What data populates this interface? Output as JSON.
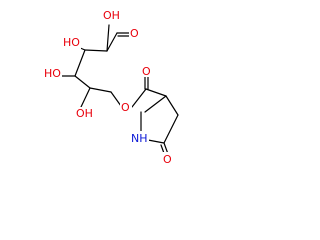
{
  "molecule": {
    "atoms": [
      {
        "id": "O_ald",
        "label": "O",
        "element": "O"
      },
      {
        "id": "OH2",
        "label": "OH",
        "element": "O"
      },
      {
        "id": "OH3",
        "label": "HO",
        "element": "O"
      },
      {
        "id": "OH4",
        "label": "HO",
        "element": "O"
      },
      {
        "id": "OH5",
        "label": "OH",
        "element": "O"
      },
      {
        "id": "O_ester",
        "label": "O",
        "element": "O"
      },
      {
        "id": "O_carbonyl",
        "label": "O",
        "element": "O"
      },
      {
        "id": "N_ring",
        "label": "NH",
        "element": "N"
      },
      {
        "id": "O_lactam",
        "label": "O",
        "element": "O"
      }
    ],
    "colors": {
      "oxygen": "#e8000b",
      "nitrogen": "#0b18d6",
      "bond": "#000000"
    }
  }
}
